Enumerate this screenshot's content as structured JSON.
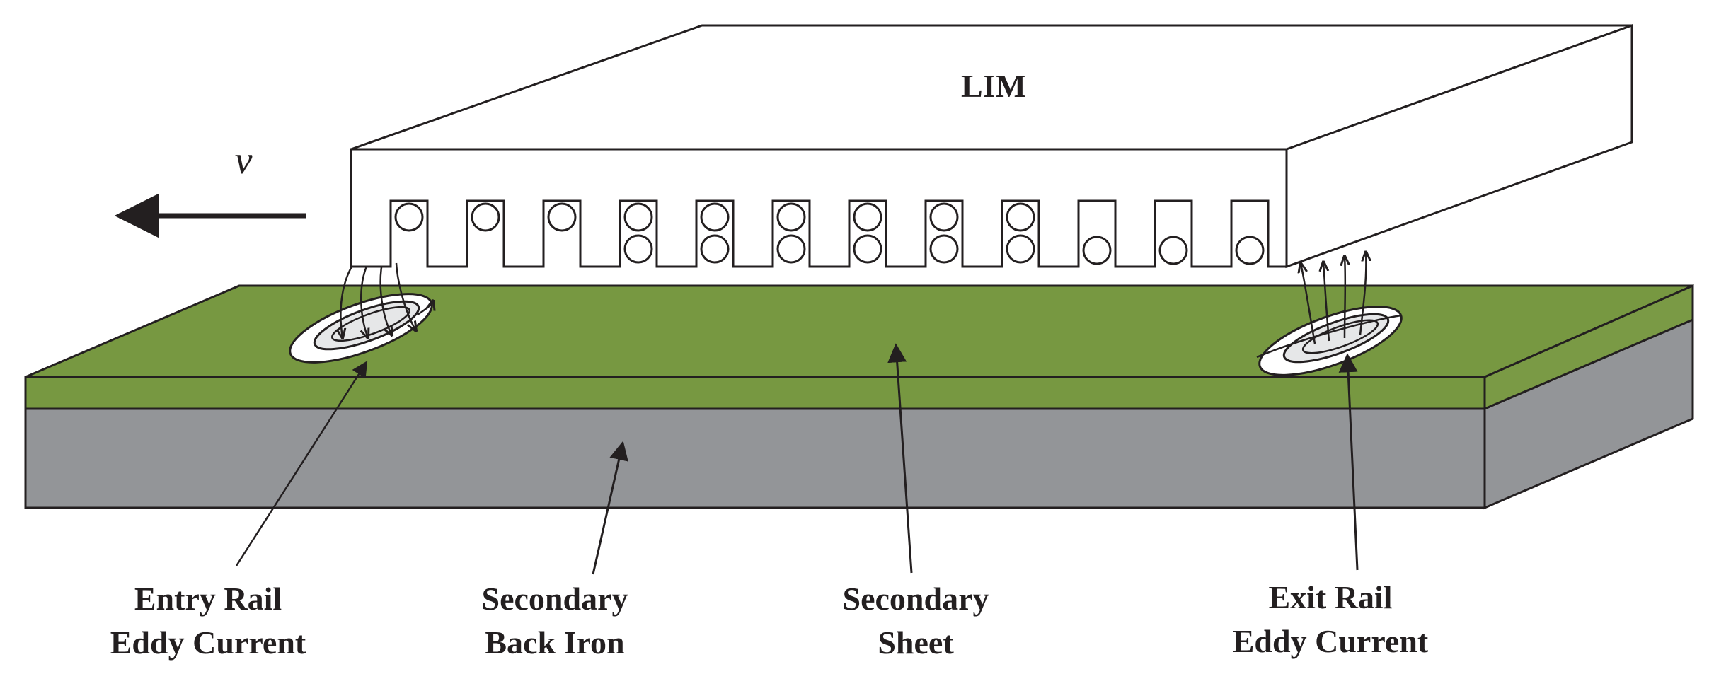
{
  "diagram": {
    "lim_label": "LIM",
    "velocity_label": "v",
    "labels": {
      "entry_line1": "Entry Rail",
      "entry_line2": "Eddy Current",
      "back_iron_line1": "Secondary",
      "back_iron_line2": "Back Iron",
      "sheet_line1": "Secondary",
      "sheet_line2": "Sheet",
      "exit_line1": "Exit Rail",
      "exit_line2": "Eddy Current"
    },
    "colors": {
      "secondary_sheet": "#779841",
      "secondary_sheet_side": "#7a9a45",
      "back_iron": "#939598",
      "lim_body": "#ffffff",
      "outline": "#231f20",
      "eddy_ring": "#e6e7e8"
    },
    "slot_conductor_counts": [
      1,
      1,
      1,
      2,
      2,
      2,
      2,
      2,
      2,
      1,
      1,
      1
    ]
  }
}
